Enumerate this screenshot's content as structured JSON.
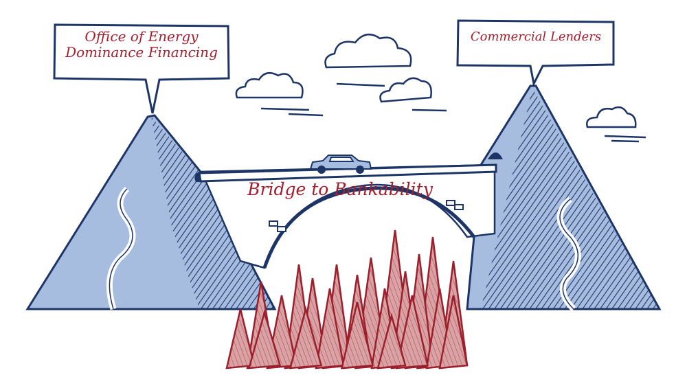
{
  "labels": {
    "left_bubble": "Office of Energy Dominance Financing",
    "right_bubble": "Commercial Lenders",
    "bridge": "Bridge to Bankability"
  },
  "colors": {
    "ink": "#1d3566",
    "mountain": "#a7bde0",
    "text_red": "#a3202e",
    "tree_fill": "#d9a3a6",
    "tree_edge": "#9c1f2c"
  }
}
